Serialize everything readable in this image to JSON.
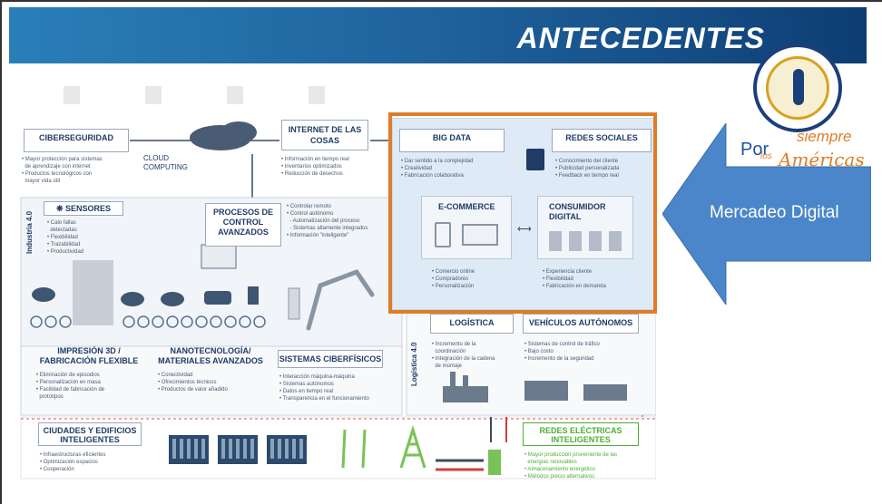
{
  "slide": {
    "title": "ANTECEDENTES",
    "callout": "Mercadeo Digital",
    "brand": {
      "por": "Por",
      "siempre": "siempre",
      "los": "los",
      "americas": "Américas"
    }
  },
  "diagram": {
    "ciberseguridad": {
      "title": "CIBERSEGURIDAD",
      "items": "• Mayor protección para sistemas\n  de aprendizaje con internet\n• Productos tecnológicos con\n  mayor vida útil"
    },
    "cloud": "CLOUD\nCOMPUTING",
    "iot": {
      "title": "INTERNET DE LAS\nCOSAS",
      "items": "• Información en tiempo real\n• Inventarios optimizados\n• Reducción de desechos"
    },
    "bigdata": {
      "title": "BIG DATA",
      "items": "• Dar sentido a la complejidad\n• Creatividad\n• Fabricación colaborativa"
    },
    "redes": {
      "title": "REDES SOCIALES",
      "items": "• Conocimiento del cliente\n• Publicidad personalizada\n• Feedback en tiempo real"
    },
    "ecommerce": {
      "title": "E-COMMERCE",
      "items": "• Comercio online\n• Compradores\n• Personalización"
    },
    "consumidor": {
      "title": "CONSUMIDOR\nDIGITAL",
      "items": "• Experiencia cliente\n• Flexibilidad\n• Fabricación en demanda"
    },
    "industria": "Industria 4.0",
    "sensores": {
      "title": "SENSORES",
      "items": "• Calo fallas\n  detectadas\n• Flexibilidad\n• Trazabilidad\n• Productividad"
    },
    "procesos": {
      "title": "PROCESOS DE\nCONTROL\nAVANZADOS",
      "items": "• Controlar remoto\n• Control autónomo\n  - Automatización del proceso\n  - Sistemas altamente integrados\n• Información \"inteligente\""
    },
    "impresion": {
      "title": "IMPRESIÓN 3D /\nFABRICACIÓN FLEXIBLE",
      "items": "• Eliminación de episodios\n• Personalización en masa\n• Facilidad de fabricación de\n  prototipos"
    },
    "nano": {
      "title": "NANOTECNOLOGÍA/\nMATERIALES AVANZADOS",
      "items": "• Conectividad\n• Ofrecimientos técnicos\n• Productos de valor añadido"
    },
    "sistemas": {
      "title": "SISTEMAS CIBERFÍSICOS",
      "items": "• Interacción máquina-máquina\n• Sistemas autónomos\n• Datos en tiempo real\n• Transparencia en el funcionamiento"
    },
    "logistica_label": "Logística 4.0",
    "logistica": {
      "title": "LOGÍSTICA",
      "items": "• Incremento de la\n  coordinación\n• Integración de la cadena\n  de montaje"
    },
    "vehiculos": {
      "title": "VEHÍCULOS AUTÓNOMOS",
      "items": "• Sistemas de control de tráfico\n• Bajo costo\n• Incremento de la seguridad"
    },
    "ciudades": {
      "title": "CIUDADES Y EDIFICIOS\nINTELIGENTES",
      "items": "• Infraestructuras eficientes\n• Optimización espacios\n• Cooperación"
    },
    "electricas": {
      "title": "REDES ELÉCTRICAS\nINTELIGENTES",
      "items": "• Mayor producción proveniente de las\n  energías renovables\n• Almacenamiento energético\n• Métodos precio alternativos"
    }
  },
  "colors": {
    "banner": "#1e5f99",
    "highlight": "#e07c28",
    "callout_arrow": "#4a86c9",
    "panel": "#deebf6",
    "green": "#4caf35"
  }
}
